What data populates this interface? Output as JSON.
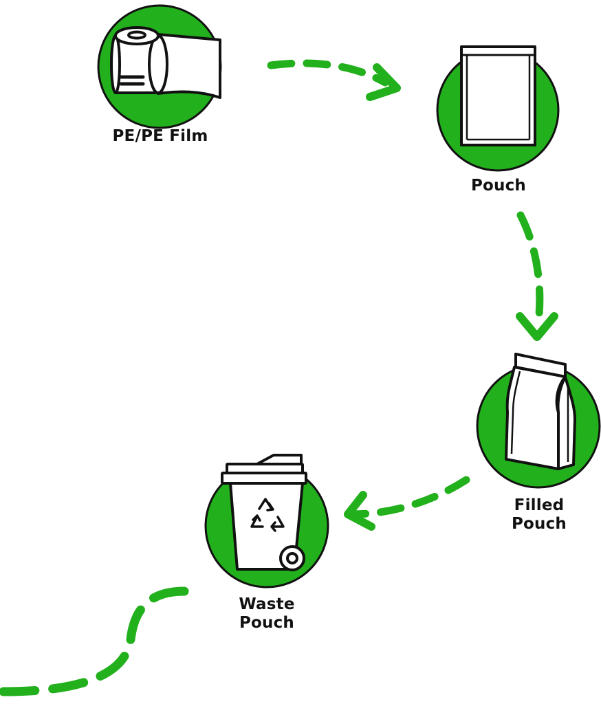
{
  "colors": {
    "accent_green": "#22b01c",
    "outline": "#111111",
    "icon_fill": "#ffffff"
  },
  "stages": [
    {
      "id": "film",
      "icon": "film-roll-icon",
      "label_lines": [
        "PE/PE Film"
      ]
    },
    {
      "id": "pouch",
      "icon": "flat-pouch-icon",
      "label_lines": [
        "Pouch"
      ]
    },
    {
      "id": "filled",
      "icon": "gusseted-bag-icon",
      "label_lines": [
        "Filled",
        "Pouch"
      ]
    },
    {
      "id": "waste",
      "icon": "recycling-bin-icon",
      "label_lines": [
        "Waste",
        "Pouch"
      ]
    }
  ],
  "arrows": [
    {
      "from": "film",
      "to": "pouch",
      "style": "dashed",
      "arrowhead": true
    },
    {
      "from": "pouch",
      "to": "filled",
      "style": "dashed",
      "arrowhead": true
    },
    {
      "from": "filled",
      "to": "waste",
      "style": "dashed",
      "arrowhead": true
    },
    {
      "from": "waste",
      "to": "off-page",
      "style": "dashed",
      "arrowhead": false
    }
  ]
}
